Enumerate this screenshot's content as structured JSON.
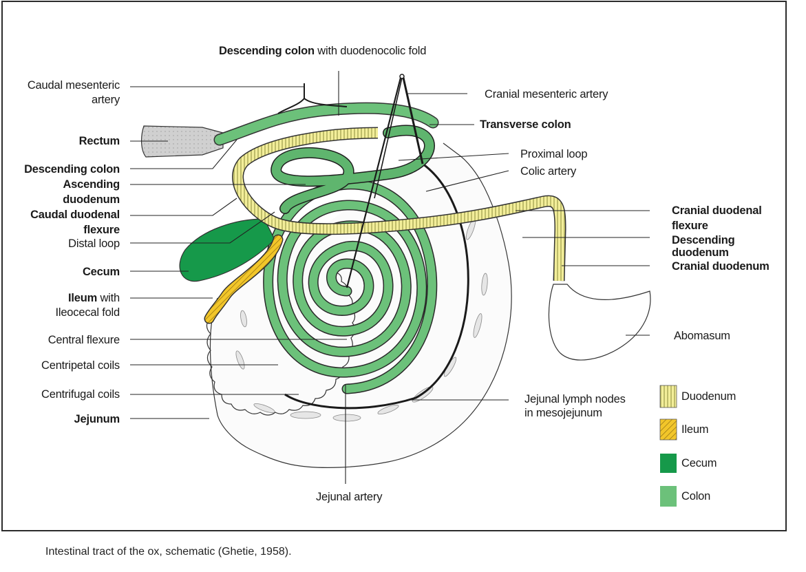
{
  "labels": {
    "descending_colon_top_bold": "Descending colon",
    "descending_colon_top_rest": " with duodenocolic fold",
    "caudal_mesenteric_artery_1": "Caudal mesenteric",
    "caudal_mesenteric_artery_2": "artery",
    "rectum": "Rectum",
    "descending_colon": "Descending colon",
    "ascending_duodenum_1": "Ascending",
    "ascending_duodenum_2": "duodenum",
    "caudal_duodenal_flexure_1": "Caudal duodenal",
    "caudal_duodenal_flexure_2": "flexure",
    "distal_loop": "Distal loop",
    "cecum": "Cecum",
    "ileum_bold": "Ileum",
    "ileum_rest": " with",
    "ileocecal_fold": "Ileocecal fold",
    "central_flexure": "Central flexure",
    "centripetal_coils": "Centripetal coils",
    "centrifugal_coils": "Centrifugal coils",
    "jejunum": "Jejunum",
    "cranial_mesenteric_artery": "Cranial mesenteric artery",
    "transverse_colon": "Transverse colon",
    "proximal_loop": "Proximal loop",
    "colic_artery": "Colic artery",
    "cranial_duodenal_flexure_1": "Cranial duodenal",
    "cranial_duodenal_flexure_2": "flexure",
    "descending_duodenum_1": "Descending",
    "descending_duodenum_2": "duodenum",
    "cranial_duodenum": "Cranial duodenum",
    "abomasum": "Abomasum",
    "jejunal_lymph_nodes_1": "Jejunal lymph nodes",
    "jejunal_lymph_nodes_2": "in mesojejunum",
    "jejunal_artery": "Jejunal artery"
  },
  "legend": {
    "items": [
      {
        "label": "Duodenum",
        "pattern": "striped-yellow"
      },
      {
        "label": "Ileum",
        "pattern": "hatched-orange"
      },
      {
        "label": "Cecum",
        "pattern": "solid-dark-green"
      },
      {
        "label": "Colon",
        "pattern": "solid-light-green"
      }
    ]
  },
  "colors": {
    "duodenum": "#f3ee9a",
    "duodenum_stripe": "#9a9a4a",
    "ileum": "#f2c62a",
    "ileum_stripe": "#8a6a10",
    "cecum": "#16994a",
    "colon": "#6cc17a",
    "rectum": "#c9c9c9"
  },
  "caption": "Intestinal tract of the ox, schematic (Ghetie, 1958)."
}
